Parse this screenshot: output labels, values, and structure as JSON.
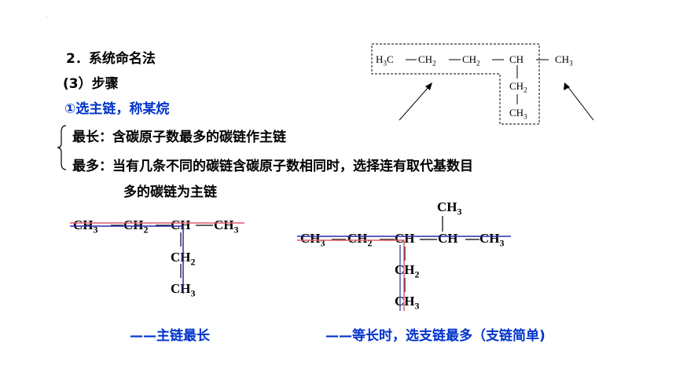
{
  "header": {
    "dot": "·",
    "title": "2．系统命名法",
    "step": "(3）步骤",
    "sub_step": "①选主链，称某烷"
  },
  "rules": {
    "rule1": "最长：含碳原子数最多的碳链作主链",
    "rule2_line1": "最多：当有几条不同的碳链含碳原子数相同时，选择连有取代基数目",
    "rule2_line2": "多的碳链为主链"
  },
  "top_formula": {
    "g1_main": "H",
    "g1_sub": "3",
    "g1_end": "C",
    "g2_main": "CH",
    "g2_sub": "2",
    "g3_main": "CH",
    "g3_sub": "2",
    "g4_main": "CH",
    "g5_main": "CH",
    "g5_sub": "3",
    "b1_main": "CH",
    "b1_sub": "2",
    "b2_main": "CH",
    "b2_sub": "3"
  },
  "example1": {
    "c1_main": "CH",
    "c1_sub": "3",
    "c2_main": "CH",
    "c2_sub": "2",
    "c3_main": "CH",
    "c4_main": "CH",
    "c4_sub": "3",
    "b1_main": "CH",
    "b1_sub": "2",
    "b2_main": "CH",
    "b2_sub": "3",
    "caption": "——主链最长"
  },
  "example2": {
    "top_main": "CH",
    "top_sub": "3",
    "c1_main": "CH",
    "c1_sub": "3",
    "c2_main": "CH",
    "c2_sub": "2",
    "c3_main": "CH",
    "c4_main": "CH",
    "c5_main": "CH",
    "c5_sub": "3",
    "b1_main": "CH",
    "b1_sub": "2",
    "b2_main": "CH",
    "b2_sub": "3",
    "caption": "——等长时，选支链最多（支链简单)"
  },
  "colors": {
    "blue_line": "#2a2aa8",
    "red_line": "#e05a6a",
    "caption_blue": "#0033cc"
  }
}
